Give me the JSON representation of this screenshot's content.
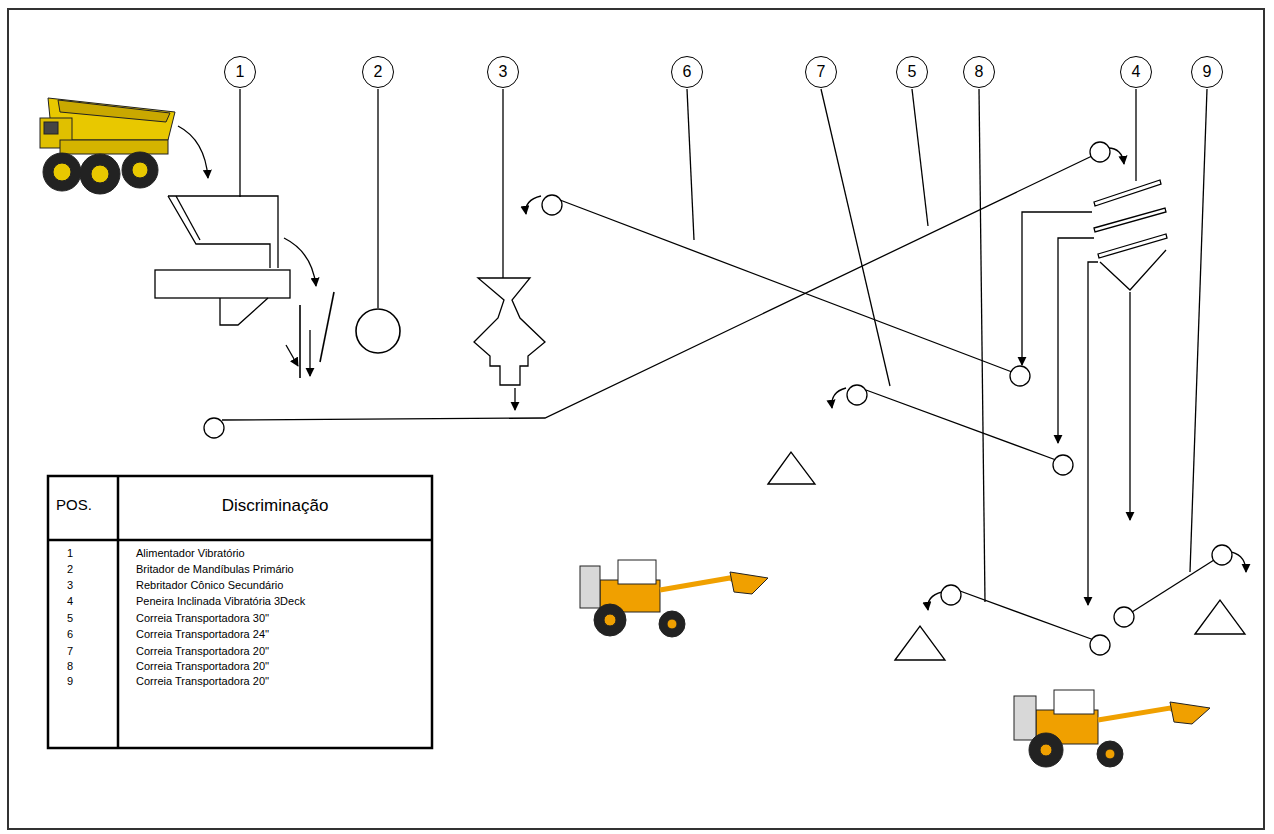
{
  "diagram": {
    "nodes": [
      {
        "text": [
          "1"
        ]
      },
      {
        "text": [
          "2"
        ]
      },
      {
        "text": [
          "3"
        ]
      },
      {
        "text": [
          "6"
        ]
      },
      {
        "text": [
          "7"
        ]
      },
      {
        "text": [
          "5"
        ]
      },
      {
        "text": [
          "8"
        ]
      },
      {
        "text": [
          "4"
        ]
      },
      {
        "text": [
          "9"
        ]
      }
    ],
    "labels": [
      "POS.",
      "Discriminação",
      "1",
      "2",
      "3",
      "4",
      "5",
      "6",
      "7",
      "8",
      "9",
      "Alimentador Vibratório",
      "Britador de Mandíbulas Primário",
      "Rebritador Cônico Secundário",
      "Peneira Inclinada Vibratória 3Deck",
      "Correia Transportadora 30''",
      "Correia Transportadora 24''",
      "Correia Transportadora 20''",
      "Correia Transportadora 20''",
      "Correia Transportadora 20''"
    ]
  }
}
